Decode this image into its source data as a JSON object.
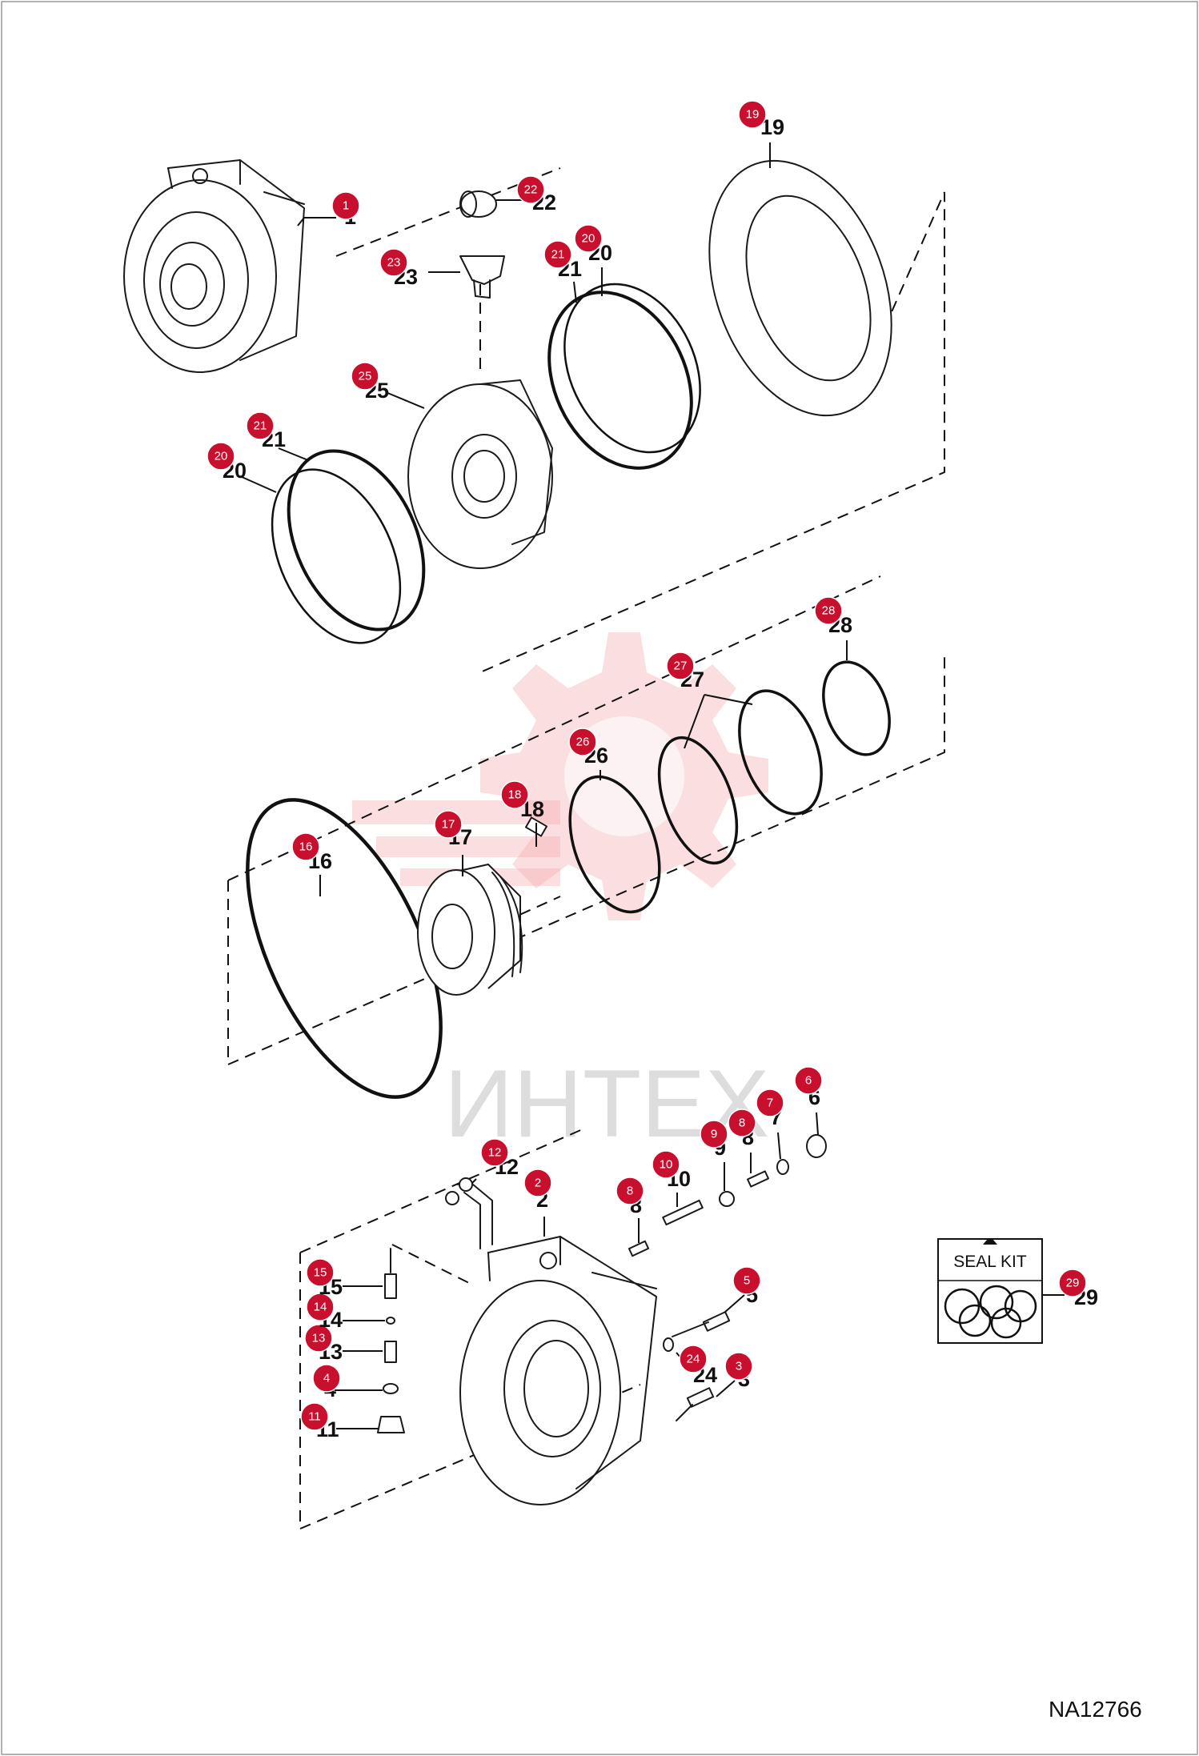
{
  "colors": {
    "badge": "#c8102e",
    "watermark": "#f3a3a6",
    "line": "#111111"
  },
  "watermark": {
    "text": "ИНТЕХ"
  },
  "seal_kit": {
    "label": "SEAL KIT",
    "item": "29"
  },
  "reference": "NA12766",
  "callouts": [
    {
      "id": "1",
      "label": "1"
    },
    {
      "id": "2",
      "label": "2"
    },
    {
      "id": "3a",
      "label": "3"
    },
    {
      "id": "4a",
      "label": "4"
    },
    {
      "id": "5",
      "label": "5"
    },
    {
      "id": "6",
      "label": "6"
    },
    {
      "id": "7",
      "label": "7"
    },
    {
      "id": "8a",
      "label": "8"
    },
    {
      "id": "8b",
      "label": "8"
    },
    {
      "id": "9",
      "label": "9"
    },
    {
      "id": "10",
      "label": "10"
    },
    {
      "id": "11",
      "label": "11"
    },
    {
      "id": "12",
      "label": "12"
    },
    {
      "id": "13",
      "label": "13"
    },
    {
      "id": "14",
      "label": "14"
    },
    {
      "id": "15",
      "label": "15"
    },
    {
      "id": "16",
      "label": "16"
    },
    {
      "id": "17",
      "label": "17"
    },
    {
      "id": "18",
      "label": "18"
    },
    {
      "id": "19",
      "label": "19"
    },
    {
      "id": "20a",
      "label": "20"
    },
    {
      "id": "20b",
      "label": "20"
    },
    {
      "id": "21a",
      "label": "21"
    },
    {
      "id": "21b",
      "label": "21"
    },
    {
      "id": "22",
      "label": "22"
    },
    {
      "id": "23",
      "label": "23"
    },
    {
      "id": "24",
      "label": "24"
    },
    {
      "id": "25",
      "label": "25"
    },
    {
      "id": "26",
      "label": "26"
    },
    {
      "id": "27",
      "label": "27"
    },
    {
      "id": "28",
      "label": "28"
    }
  ]
}
